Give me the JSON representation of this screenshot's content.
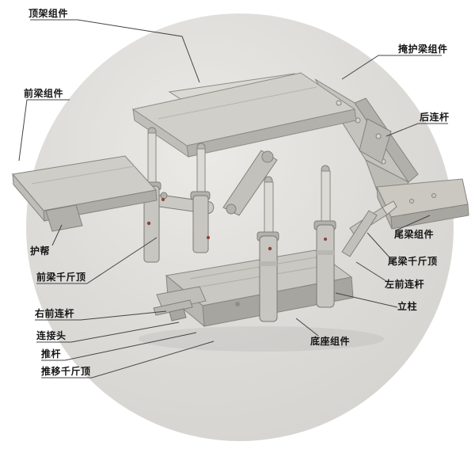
{
  "labels": [
    {
      "id": "top-frame",
      "text": "顶架组件"
    },
    {
      "id": "front-beam",
      "text": "前梁组件"
    },
    {
      "id": "shield-beam",
      "text": "掩护梁组件"
    },
    {
      "id": "rear-link",
      "text": "后连杆"
    },
    {
      "id": "guard",
      "text": "护帮"
    },
    {
      "id": "front-beam-jack",
      "text": "前梁千斤顶"
    },
    {
      "id": "right-front-link",
      "text": "右前连杆"
    },
    {
      "id": "connector",
      "text": "连接头"
    },
    {
      "id": "push-rod",
      "text": "推杆"
    },
    {
      "id": "push-jack",
      "text": "推移千斤顶"
    },
    {
      "id": "tail-beam",
      "text": "尾梁组件"
    },
    {
      "id": "tail-beam-jack",
      "text": "尾梁千斤顶"
    },
    {
      "id": "left-front-link",
      "text": "左前连杆"
    },
    {
      "id": "column",
      "text": "立柱"
    },
    {
      "id": "base",
      "text": "底座组件"
    }
  ],
  "colors": {
    "background_circle": "#dcdad6",
    "leader_line": "#444444",
    "label_text": "#151515",
    "machine_body": "#c8c6c0"
  }
}
